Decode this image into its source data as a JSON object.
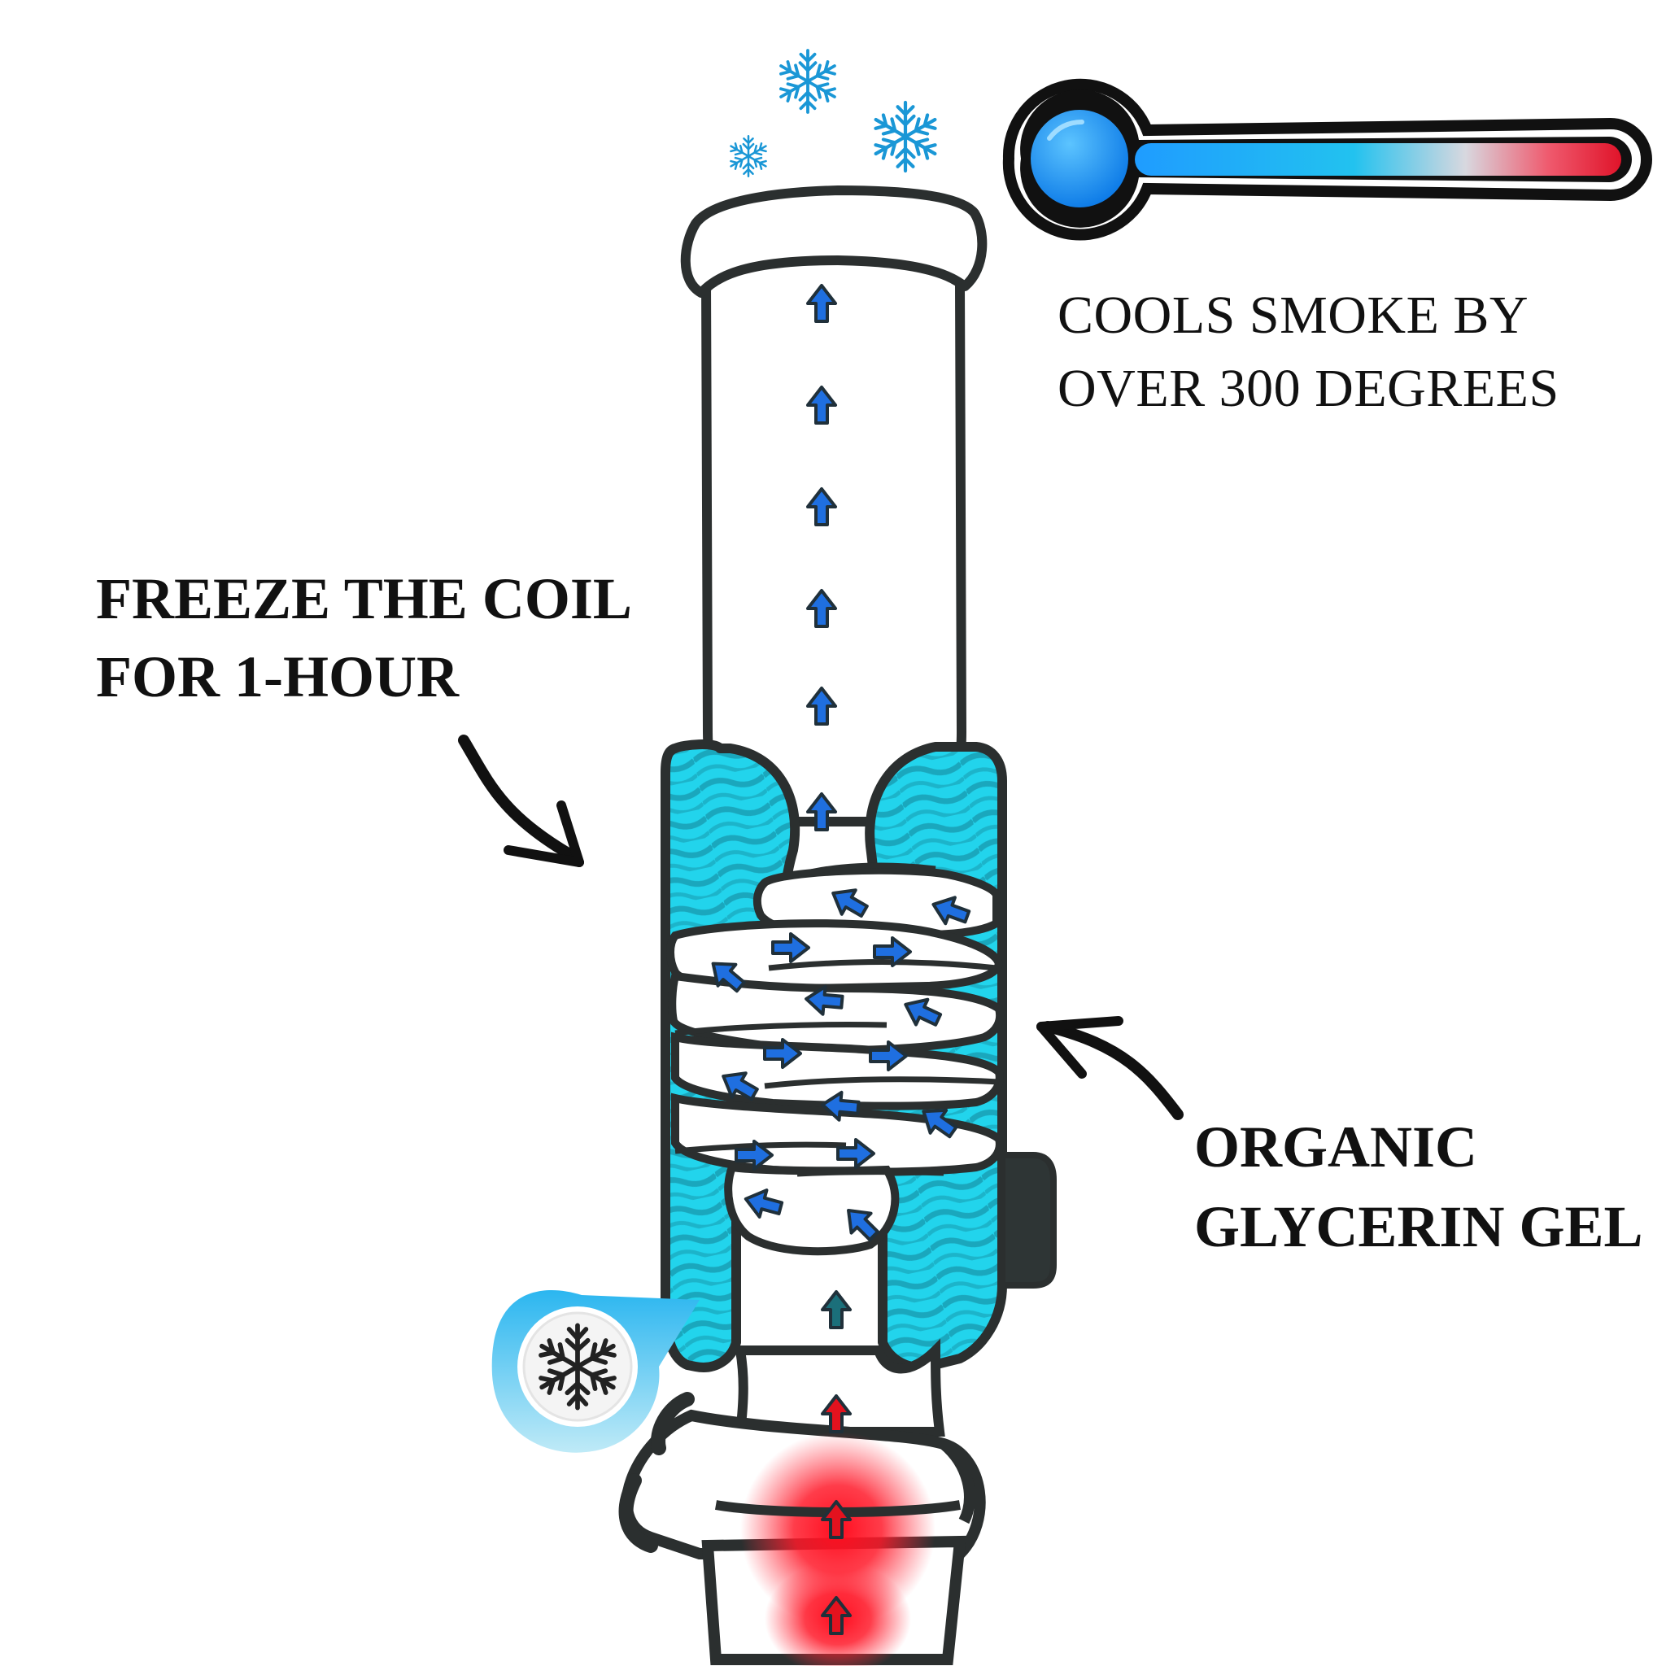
{
  "labels": {
    "cools": [
      "COOLS SMOKE BY",
      "OVER 300 DEGREES"
    ],
    "freeze": [
      "FREEZE THE COIL",
      "FOR 1-HOUR"
    ],
    "gel": [
      "ORGANIC",
      "GLYCERIN GEL"
    ]
  },
  "colors": {
    "gel": "#22d4ec",
    "gel_wave": "#1aa7bd",
    "cold_arrow": "#1f6fe0",
    "hot_arrow": "#e3121e",
    "outline": "#2b2f2f",
    "thermo_cold": "#1f9cff",
    "thermo_hot": "#e0142a"
  },
  "icons": [
    "snowflake-icon",
    "thermometer-icon",
    "freeze-badge-icon"
  ]
}
